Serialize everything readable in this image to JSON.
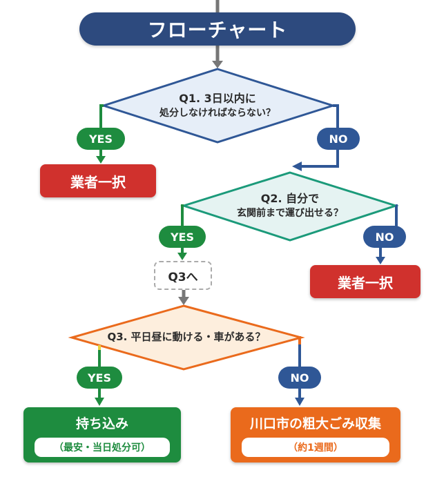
{
  "title": "フローチャート",
  "colors": {
    "title": "#2d4a7e",
    "yes": "#1e8c3f",
    "no": "#2f5796",
    "danger": "#d0312d",
    "orange": "#ea6a1c",
    "connector": "#777777",
    "q1_fill": "#e6eef8",
    "q2_fill": "#e5f3f2",
    "q2_stroke": "#1b9a7a",
    "q3_fill": "#fdeedd"
  },
  "q1": {
    "prefix": "Q1.",
    "line1": "Q1. 3日以内に",
    "line2": "処分しなければならない？"
  },
  "q1_yes": {
    "label": "YES",
    "result": "業者一択"
  },
  "q1_no": {
    "label": "NO"
  },
  "q2": {
    "line1": "Q2. 自分で",
    "line2": "玄関前まで運び出せる？"
  },
  "q2_yes": {
    "label": "YES",
    "next": "Q3へ"
  },
  "q2_no": {
    "label": "NO",
    "result": "業者一択"
  },
  "q3": {
    "line1": "Q3. 平日昼に動ける・車がある？"
  },
  "q3_yes": {
    "label": "YES",
    "result": "持ち込み",
    "note": "（最安・当日処分可）"
  },
  "q3_no": {
    "label": "NO",
    "result": "川口市の粗大ごみ収集",
    "note": "（約1週間）"
  }
}
